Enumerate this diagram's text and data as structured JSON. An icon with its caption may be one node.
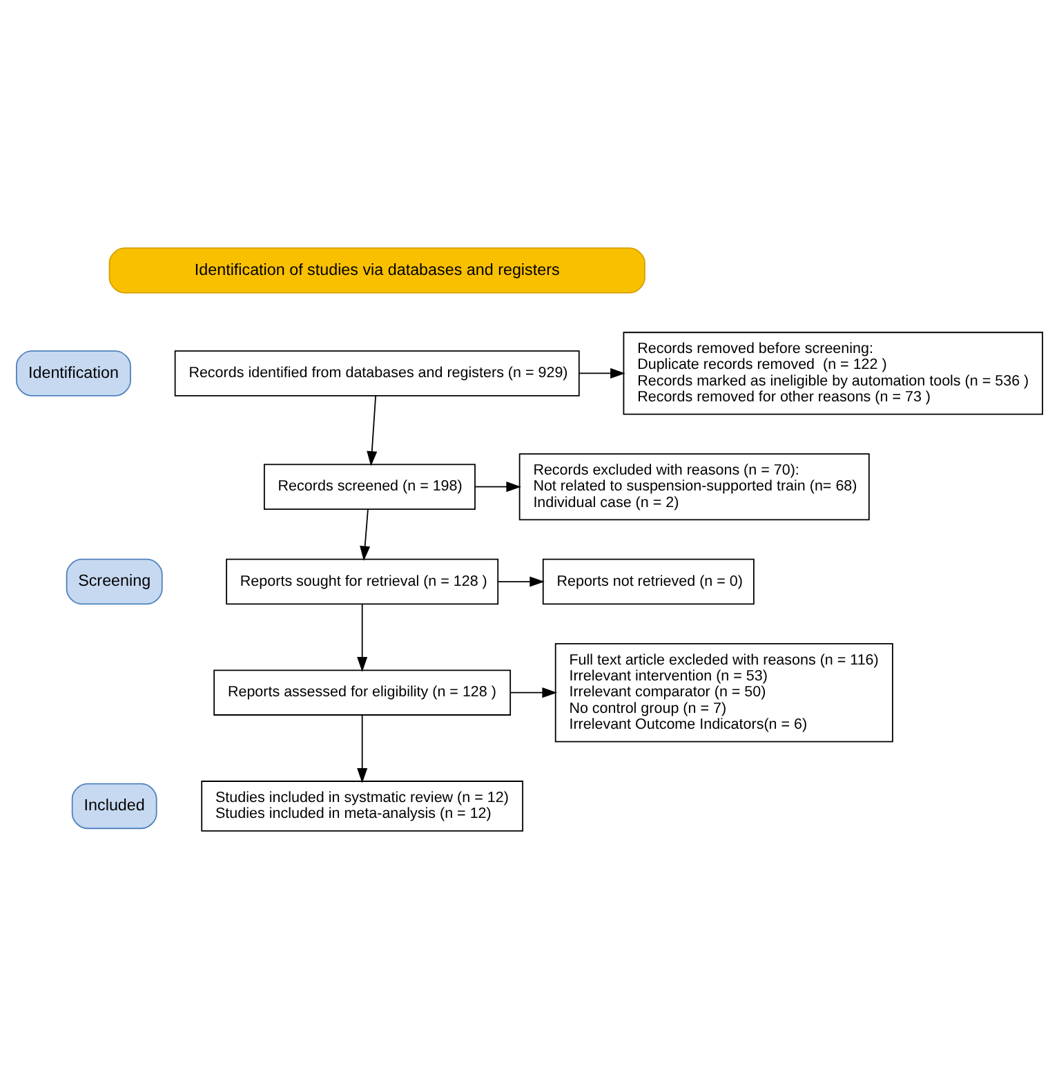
{
  "diagram": {
    "nodes": [
      {
        "text": [
          "Identification of studies via databases and registers"
        ]
      },
      {
        "text": [
          "Identification"
        ]
      },
      {
        "text": [
          "Screening"
        ]
      },
      {
        "text": [
          "Included"
        ]
      },
      {
        "text": [
          "Records identified from databases and registers (n = 929)"
        ]
      },
      {
        "text": [
          "Records removed before screening:",
          "Duplicate records removed  (n = 122 )",
          "Records marked as ineligible by automation tools (n = 536 )",
          "Records removed for other reasons (n = 73 )"
        ]
      },
      {
        "text": [
          "Records screened (n = 198)"
        ]
      },
      {
        "text": [
          "Records excluded with reasons (n = 70):",
          "Not related to suspension-supported train (n= 68)",
          "Individual case (n = 2)"
        ]
      },
      {
        "text": [
          "Reports sought for retrieval (n = 128 )"
        ]
      },
      {
        "text": [
          "Reports not retrieved (n = 0)"
        ]
      },
      {
        "text": [
          "Reports assessed for eligibility (n = 128 )"
        ]
      },
      {
        "text": [
          "Full text article excleded with reasons (n = 116)",
          "Irrelevant intervention (n = 53)",
          "Irrelevant comparator (n = 50)",
          "No control group (n = 7)",
          "Irrelevant Outcome Indicators(n = 6)"
        ]
      },
      {
        "text": [
          "Studies included in systmatic review (n = 12)",
          "Studies included in meta-analysis (n = 12)"
        ]
      }
    ],
    "edges": [
      {
        "from": 4,
        "to": 5,
        "arrow": "to"
      },
      {
        "from": 4,
        "to": 6,
        "arrow": "to"
      },
      {
        "from": 6,
        "to": 7,
        "arrow": "to"
      },
      {
        "from": 6,
        "to": 8,
        "arrow": "to"
      },
      {
        "from": 8,
        "to": 9,
        "arrow": "to"
      },
      {
        "from": 8,
        "to": 10,
        "arrow": "to"
      },
      {
        "from": 10,
        "to": 11,
        "arrow": "to"
      },
      {
        "from": 10,
        "to": 12,
        "arrow": "to"
      }
    ]
  }
}
